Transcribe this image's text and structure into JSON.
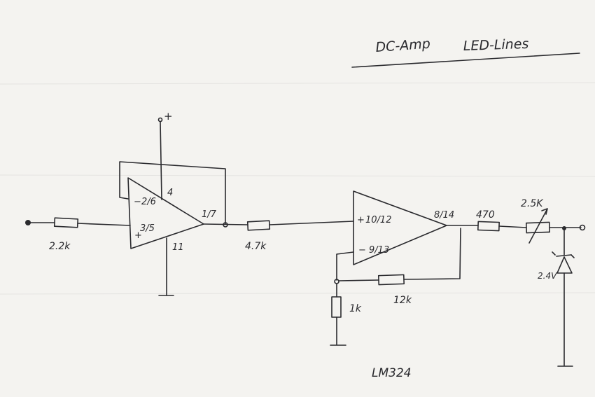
{
  "title": {
    "left": "DC-Amp",
    "right": "LED-Lines"
  },
  "supply": "+",
  "opamp1": {
    "inv": "2/6",
    "noninv": "3/5",
    "out": "1/7",
    "vplus": "4",
    "vminus": "11",
    "minus": "−",
    "plus": "+"
  },
  "opamp2": {
    "noninv": "10/12",
    "inv": "9/13",
    "out": "8/14",
    "minus": "−",
    "plus": "+"
  },
  "parts": {
    "r_in": "2.2k",
    "r_mid": "4.7k",
    "r_gnd": "1k",
    "r_fb": "12k",
    "r_out": "470",
    "pot": "2.5K",
    "zener": "2.4V"
  },
  "chip": "LM324"
}
